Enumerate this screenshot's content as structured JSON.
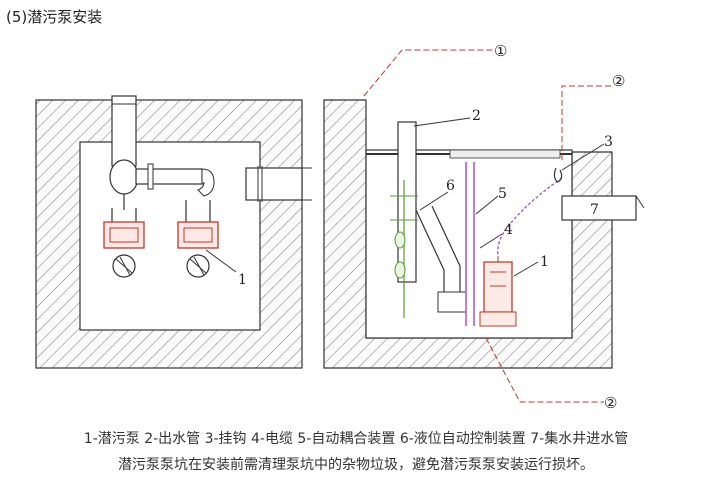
{
  "header": {
    "title": "(5)潜污泵安装"
  },
  "callouts": {
    "pump": "1",
    "outlet_pipe": "2",
    "hook": "3",
    "cable": "4",
    "coupling": "5",
    "level_control": "6",
    "inlet_pipe": "7",
    "pump_left_plan": "1"
  },
  "section_marks": {
    "mark_1": "①",
    "mark_2_top": "②",
    "mark_2_bottom": "②"
  },
  "legend_text": "1-潜污泵 2-出水管 3-挂钩 4-电缆 5-自动耦合装置 6-液位自动控制装置 7-集水井进水管",
  "note_text": "潜污泵泵坑在安装前需清理泵坑中的杂物垃圾，避免潜污泵泵安装运行损坏。",
  "colors": {
    "line": "#333333",
    "hatch": "#666666",
    "pump_red": "#c0392b",
    "coupling_purple": "#b05ad8",
    "level_green": "#5a9a3a",
    "cable_purple": "#9a4fc8"
  }
}
